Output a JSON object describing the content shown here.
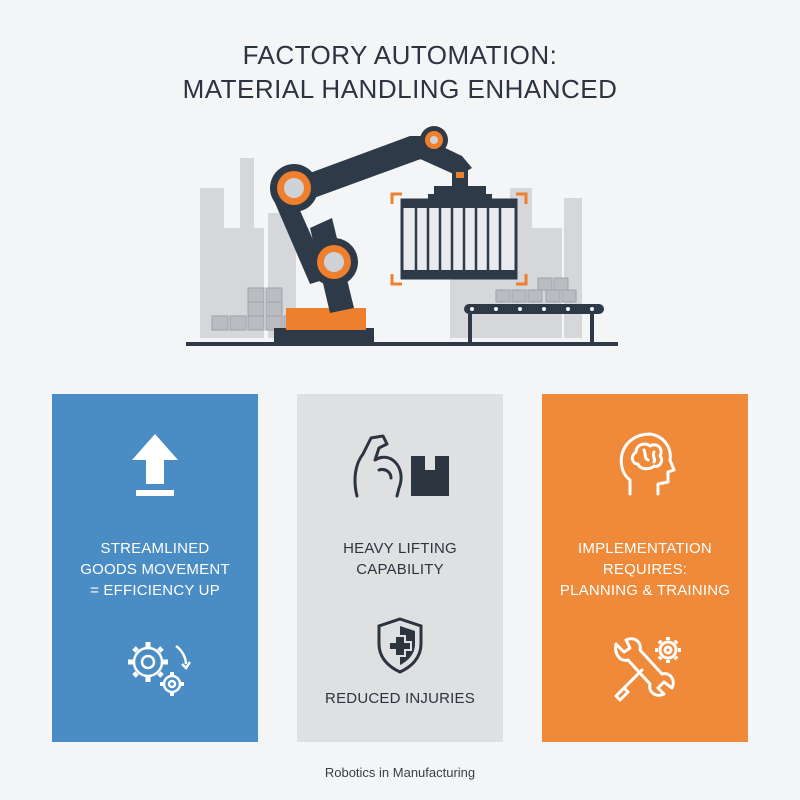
{
  "header": {
    "title_line1": "FACTORY AUTOMATION:",
    "title_line2": "MATERIAL HANDLING ENHANCED"
  },
  "illustration": {
    "icon": "robotic-arm-lifting-container",
    "colors": {
      "arm": "#2f3a48",
      "accent": "#ee7f2d",
      "background_buildings": "#d3d5d8"
    }
  },
  "cards": [
    {
      "color": "#4a8cc4",
      "lines": [
        "STREAMLINED",
        "GOODS MOVEMENT",
        "= EFFICIENCY UP"
      ],
      "icons": [
        "arrow-up-icon",
        "gears-icon"
      ]
    },
    {
      "color": "#dfe0e1",
      "lines": [
        "HEAVY LIFTING",
        "CAPABILITY"
      ],
      "bottom_label": "REDUCED INJURIES",
      "icons": [
        "flexed-arm-box-icon",
        "shield-cross-icon"
      ]
    },
    {
      "color": "#ee8a3a",
      "lines": [
        "IMPLEMENTATION",
        "REQUIRES:",
        "PLANNING & TRAINING"
      ],
      "icons": [
        "head-brain-icon",
        "wrench-gear-icon"
      ]
    }
  ],
  "footer": {
    "text": "Robotics in Manufacturing"
  }
}
